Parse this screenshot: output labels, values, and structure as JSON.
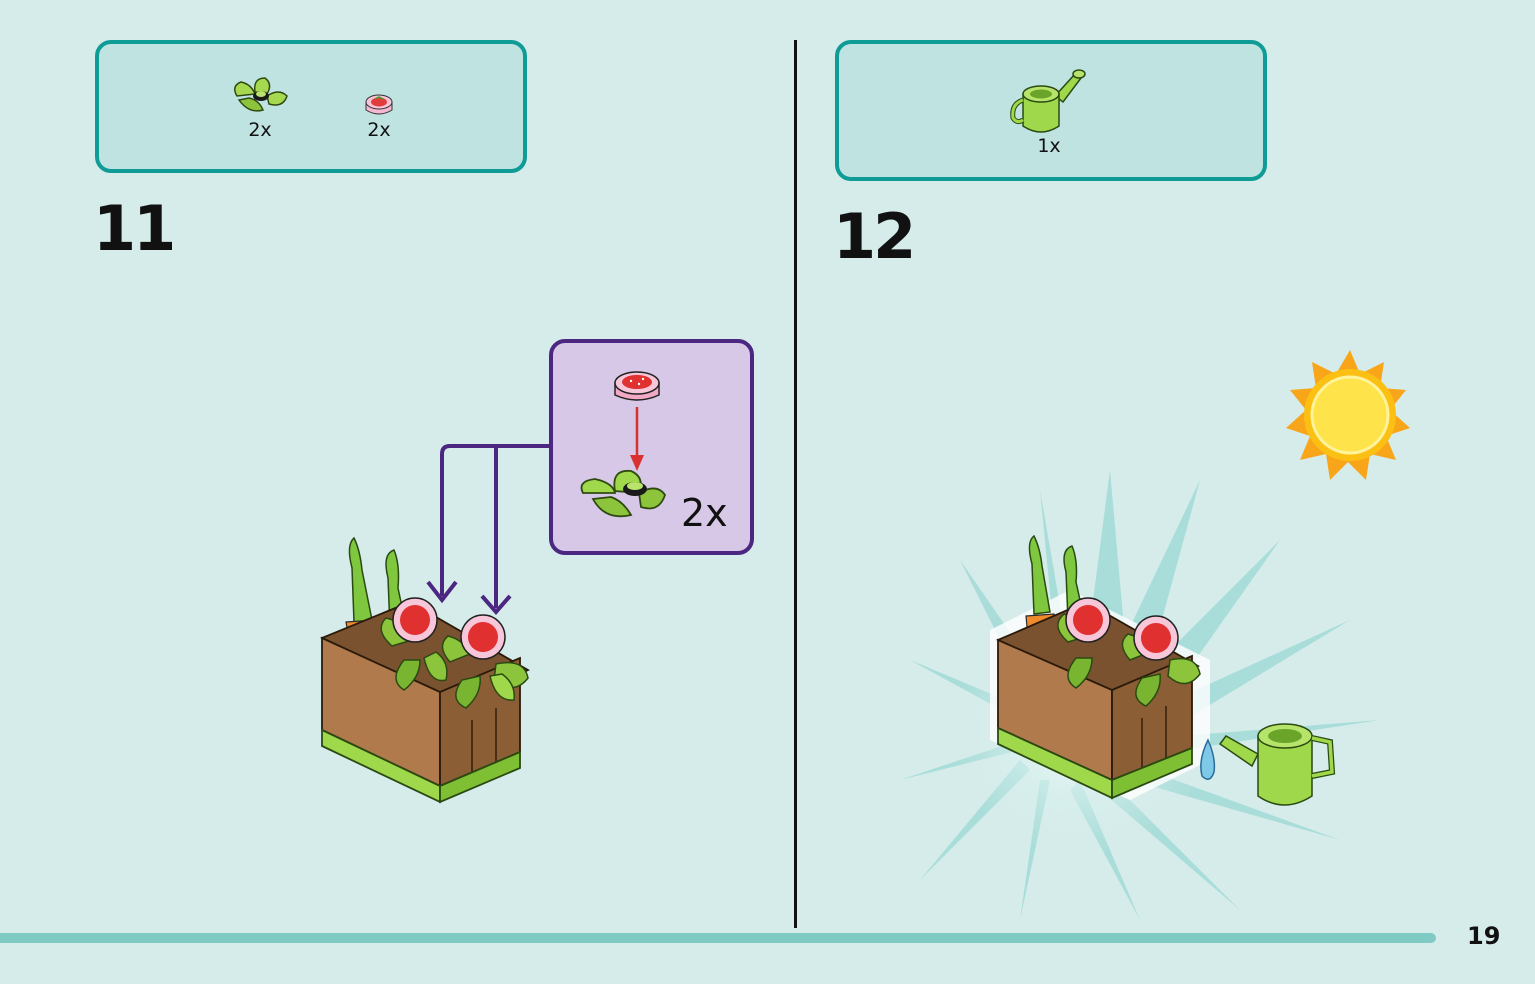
{
  "steps": [
    {
      "number": "11",
      "parts": [
        {
          "icon": "leaf-plate-icon",
          "quantity": "2x"
        },
        {
          "icon": "strawberry-tile-icon",
          "quantity": "2x"
        }
      ],
      "callout_quantity": "2x"
    },
    {
      "number": "12",
      "parts": [
        {
          "icon": "watering-can-icon",
          "quantity": "1x"
        }
      ]
    }
  ],
  "page_number": "19",
  "colors": {
    "background": "#d5ecea",
    "parts_border": "#0f9c96",
    "callout_border": "#4b2782",
    "arrow": "#4b2782",
    "lime": "#9fd84a",
    "brown": "#a0704a"
  }
}
